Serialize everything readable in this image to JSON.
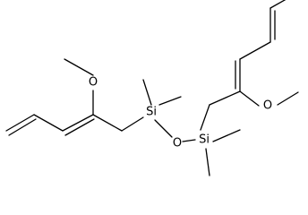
{
  "diagram": {
    "type": "chemical-structure",
    "atoms": {
      "o_methoxy_left": "O",
      "si_left": "Si",
      "o_bridge": "O",
      "si_right": "Si",
      "o_methoxy_right": "O"
    },
    "colors": {
      "bond": "#000000",
      "label": "#000000",
      "background": "#ffffff"
    }
  }
}
